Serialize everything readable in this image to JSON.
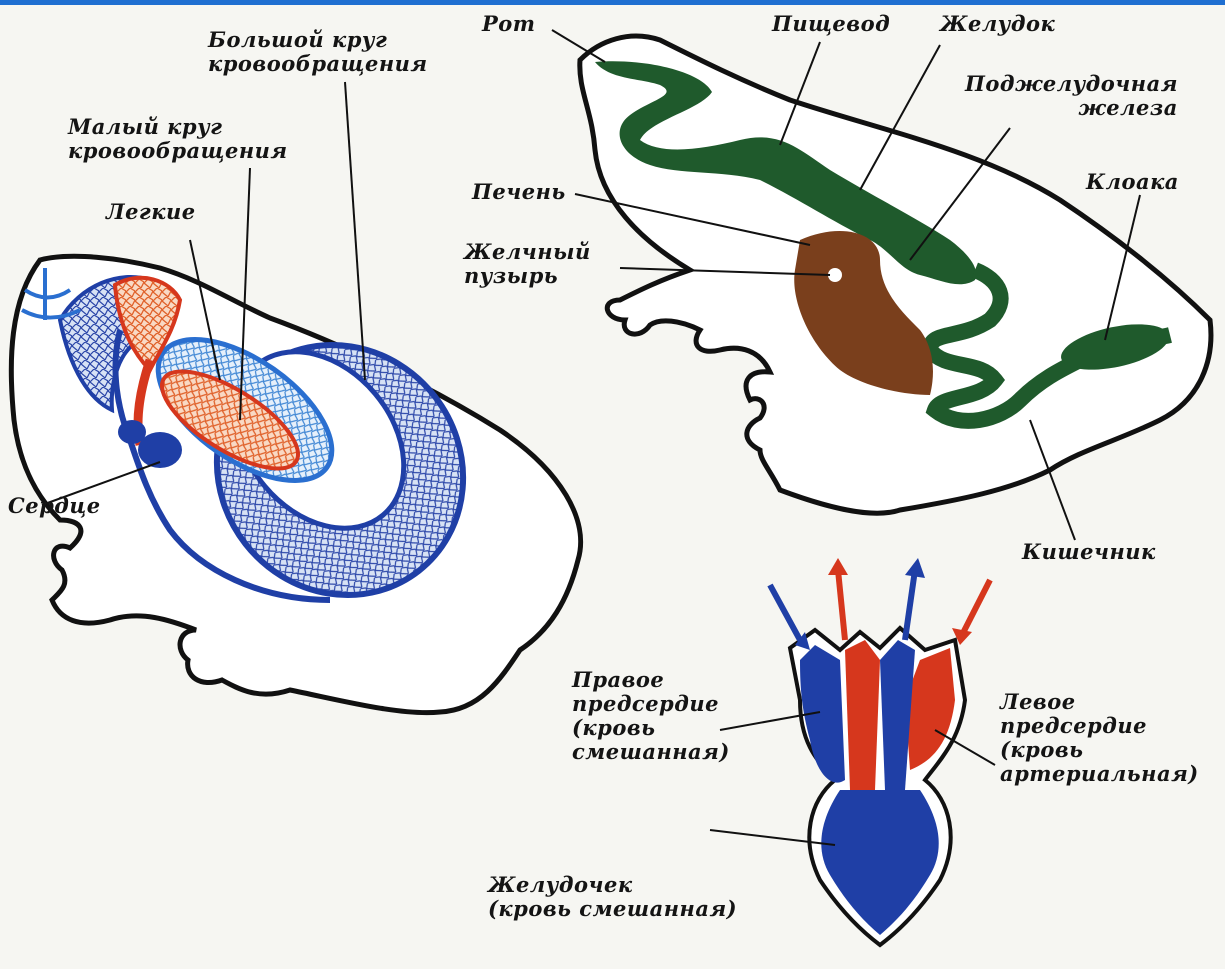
{
  "colors": {
    "arterial": "#d6371d",
    "venous": "#1f3fa6",
    "light_blue": "#4f8fd8",
    "orange": "#e8733a",
    "digestive_green": "#1f5a2c",
    "liver_brown": "#7a3f1c",
    "outline": "#111111",
    "accent": "#1f6fd1"
  },
  "circulation": {
    "systemic": "Большой круг\nкровообращения",
    "pulmonary": "Малый круг\nкровообращения",
    "lungs": "Легкие",
    "heart": "Сердце"
  },
  "digestion": {
    "mouth": "Рот",
    "esophagus": "Пищевод",
    "stomach": "Желудок",
    "pancreas": "Поджелудочная\nжелеза",
    "liver": "Печень",
    "gallbladder": "Желчный\nпузырь",
    "cloaca": "Клоака",
    "intestine": "Кишечник"
  },
  "heart": {
    "right_atrium": "Правое\nпредсердие\n(кровь\nсмешанная)",
    "left_atrium": "Левое\nпредсердие\n(кровь\nартериальная)",
    "ventricle": "Желудочек\n(кровь смешанная)"
  }
}
